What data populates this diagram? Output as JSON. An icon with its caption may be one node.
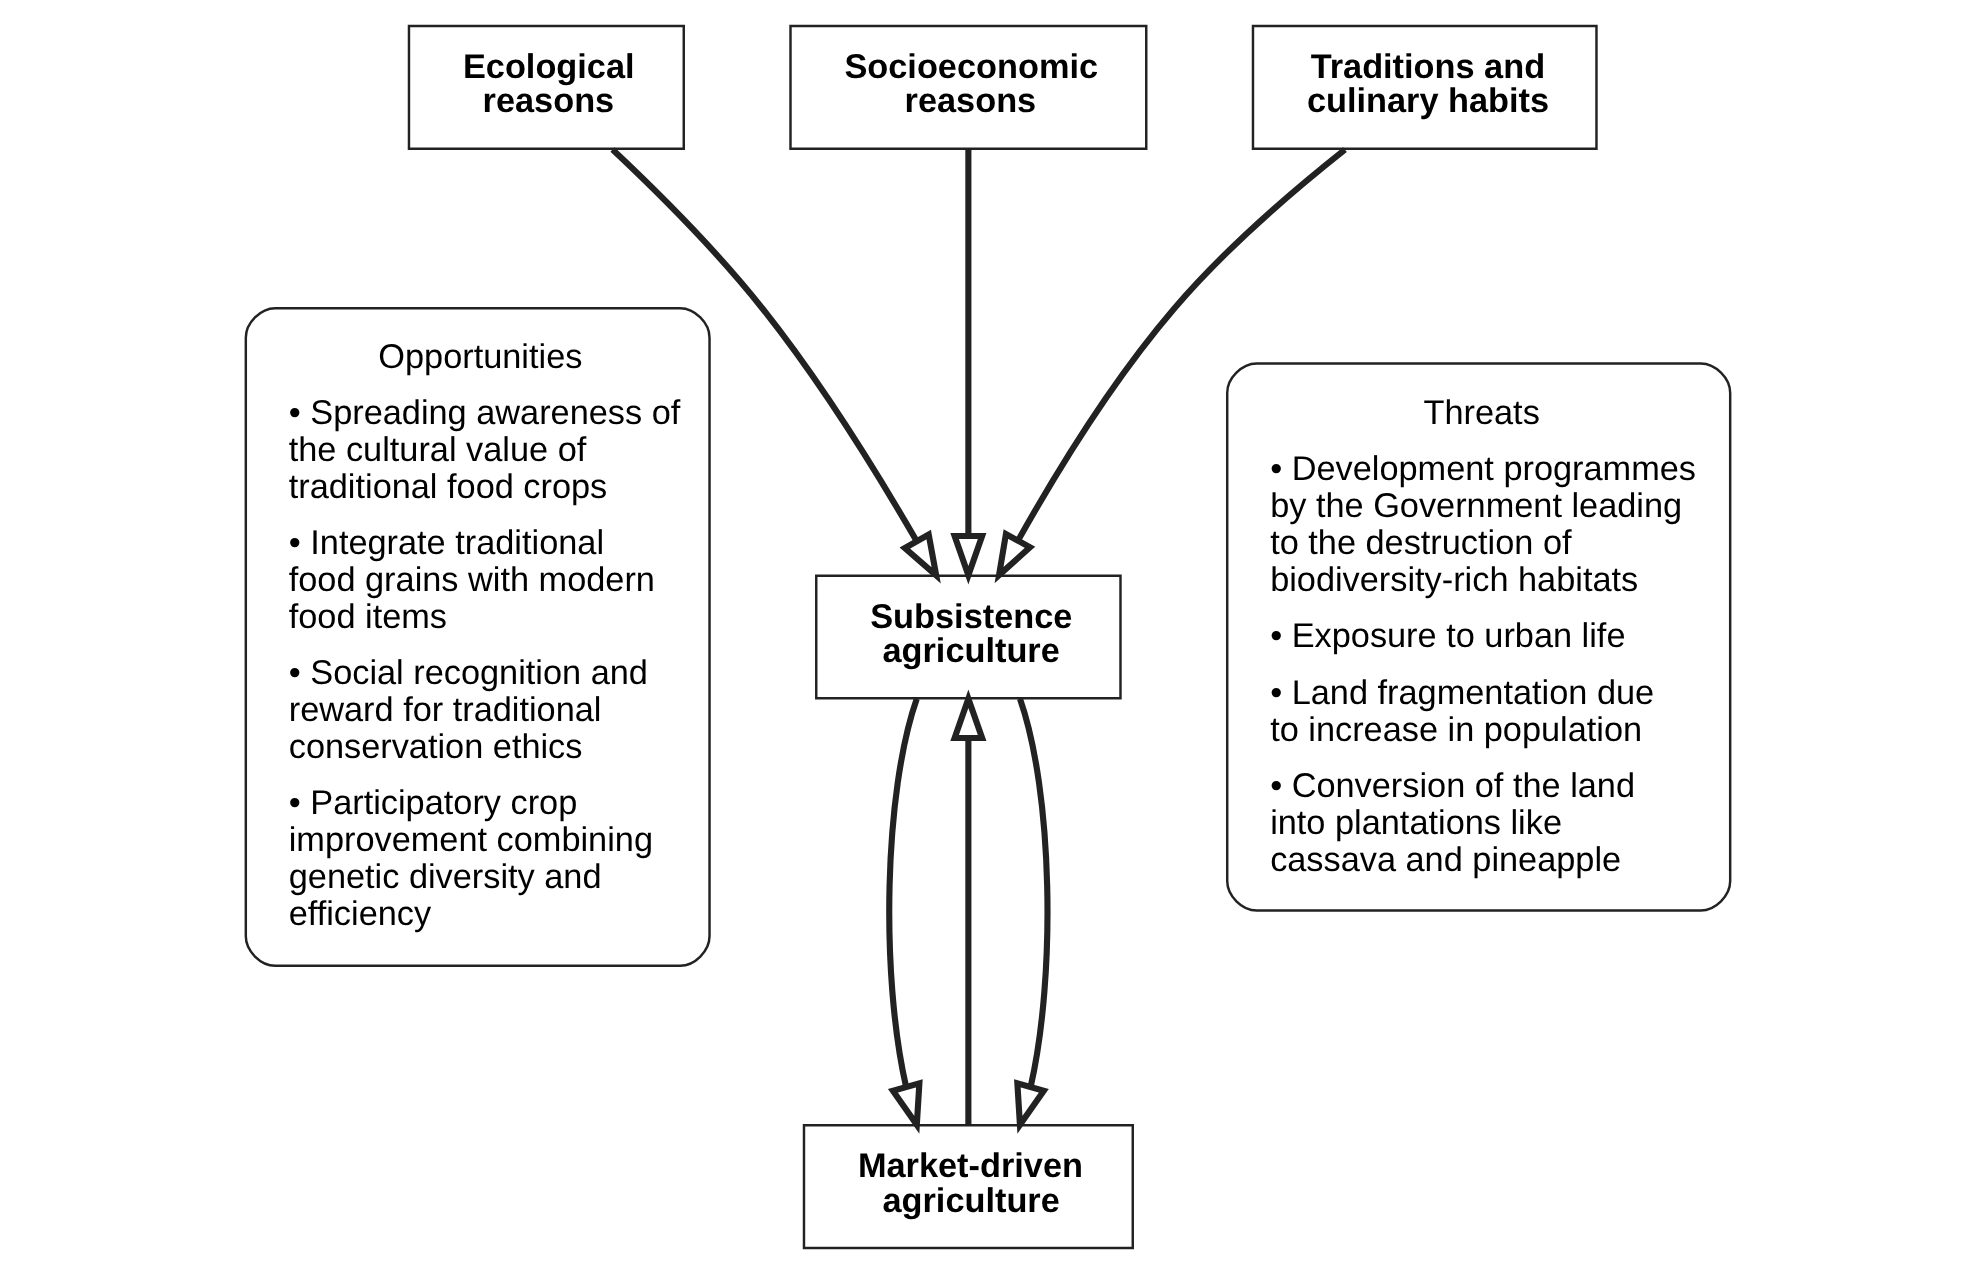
{
  "diagram": {
    "nodes": [
      {
        "text": [
          "Ecological reasons"
        ]
      },
      {
        "text": [
          "Socioeconomic reasons"
        ]
      },
      {
        "text": [
          "Traditions and culinary habits"
        ]
      },
      {
        "text": [
          "Subsistence agriculture"
        ]
      },
      {
        "text": [
          "Market-driven agriculture"
        ]
      },
      {
        "text": [
          "Opportunities",
          "• Spreading awareness of the cultural value of traditional food crops",
          "• Integrate traditional food grains with modern food items",
          "• Social recognition and reward for traditional conservation ethics",
          "• Participatory crop improvement combining genetic diversity and efficiency"
        ]
      },
      {
        "text": [
          "Threats",
          "• Development programmes by the Government leading to the destruction of biodiversity-rich habitats",
          "• Exposure to urban life",
          "• Land fragmentation due to increase in population",
          "• Conversion of the land into plantations like cassava and pineapple"
        ]
      }
    ],
    "edges": [
      {
        "from": 0,
        "to": 3,
        "arrow": "to"
      },
      {
        "from": 1,
        "to": 3,
        "arrow": "to"
      },
      {
        "from": 2,
        "to": 3,
        "arrow": "to"
      },
      {
        "from": 3,
        "to": 4,
        "arrow": "to"
      },
      {
        "from": 4,
        "to": 3,
        "arrow": "to"
      },
      {
        "from": 3,
        "to": 4,
        "arrow": "to"
      }
    ]
  }
}
